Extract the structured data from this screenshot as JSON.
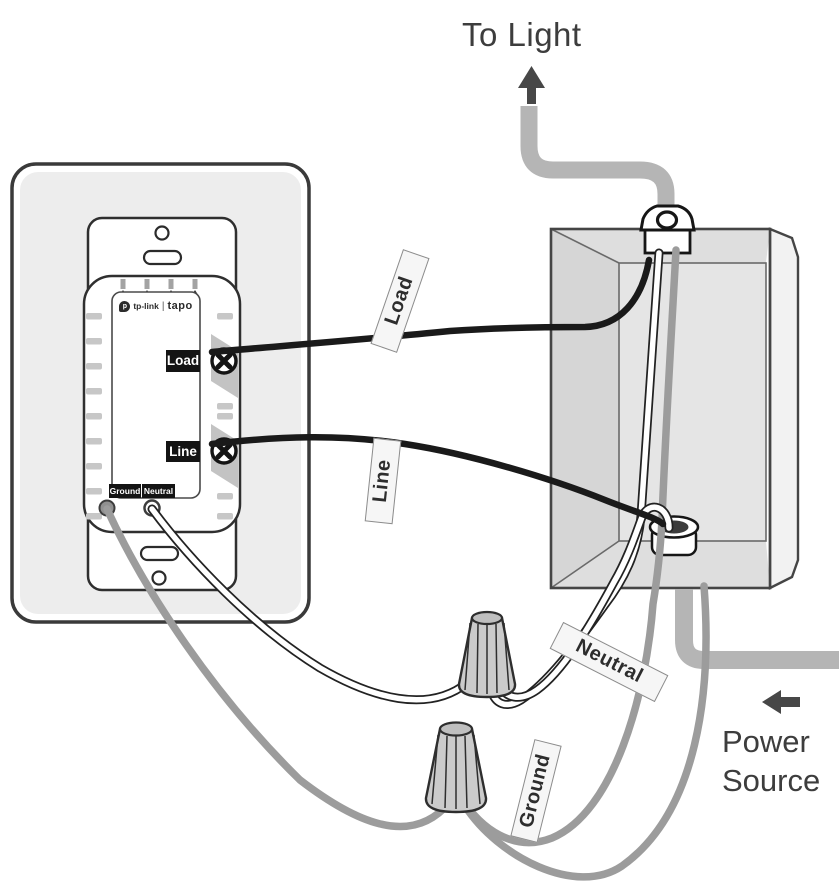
{
  "diagram": {
    "to_light_label": "To Light",
    "power_source_label": "Power Source"
  },
  "wire_tags": {
    "load": "Load",
    "line": "Line",
    "neutral": "Neutral",
    "ground": "Ground"
  },
  "switch": {
    "brand": "tp-link",
    "brand_separator": "|",
    "product": "tapo",
    "logo_initial": "p",
    "terminals": {
      "load": "Load",
      "line": "Line",
      "ground": "Ground",
      "neutral": "Neutral"
    }
  },
  "colors": {
    "load_line_wire": "#1a1a1a",
    "neutral_wire": "#ffffff",
    "ground_wire": "#9c9c9c",
    "sheathed_cable": "#b5b5b5",
    "arrow": "#474747",
    "terminal_label_bg": "#141414",
    "tag_bg": "#f6f6f6",
    "junction_box_fill": "#e0e0e0",
    "wall_plate_inner": "#ededed"
  }
}
